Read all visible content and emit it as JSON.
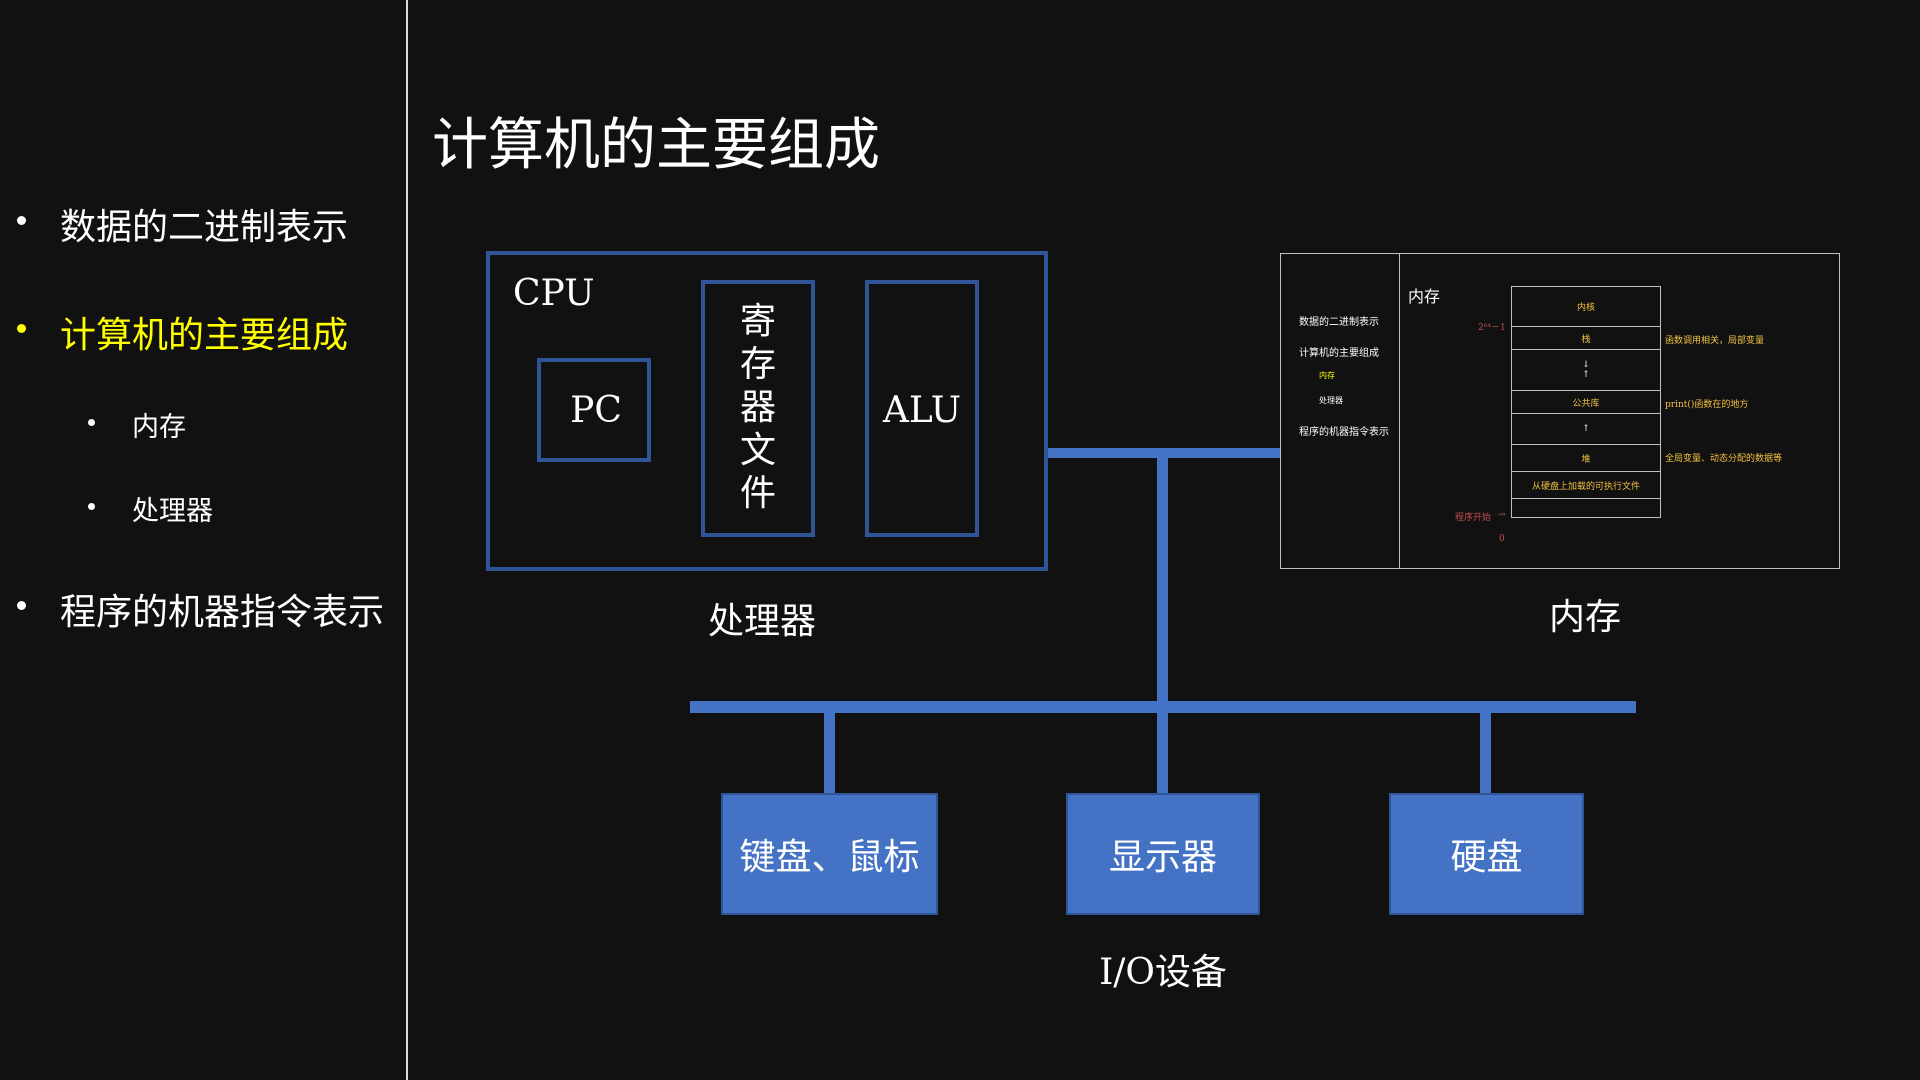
{
  "sidebar": {
    "items": [
      {
        "label": "数据的二进制表示"
      },
      {
        "label": "计算机的主要组成"
      },
      {
        "label": "内存"
      },
      {
        "label": "处理器"
      },
      {
        "label": "程序的机器指令表示"
      }
    ]
  },
  "title": "计算机的主要组成",
  "cpu": {
    "label": "CPU",
    "pc": "PC",
    "regfile": [
      "寄",
      "存",
      "器",
      "文",
      "件"
    ],
    "alu": "ALU",
    "caption": "处理器"
  },
  "memory": {
    "caption": "内存",
    "thumb": {
      "title": "内存",
      "toc": [
        "数据的二进制表示",
        "计算机的主要组成",
        "内存",
        "处理器",
        "程序的机器指令表示"
      ],
      "cells": [
        "内核",
        "栈",
        "公共库",
        "堆",
        "从硬盘上加载的可执行文件"
      ],
      "notes": [
        "函数调用相关，局部变量",
        "print()函数在的地方",
        "全局变量、动态分配的数据等"
      ],
      "top_addr": "2⁶⁴－1",
      "start_label": "程序开始",
      "zero": "0"
    }
  },
  "io": {
    "devices": [
      {
        "label": "键盘、鼠标"
      },
      {
        "label": "显示器"
      },
      {
        "label": "硬盘"
      }
    ],
    "caption": "I/O设备"
  },
  "colors": {
    "background": "#111111",
    "highlight": "#ffff00",
    "bus": "#4472c4",
    "box_border": "#2f5597"
  }
}
